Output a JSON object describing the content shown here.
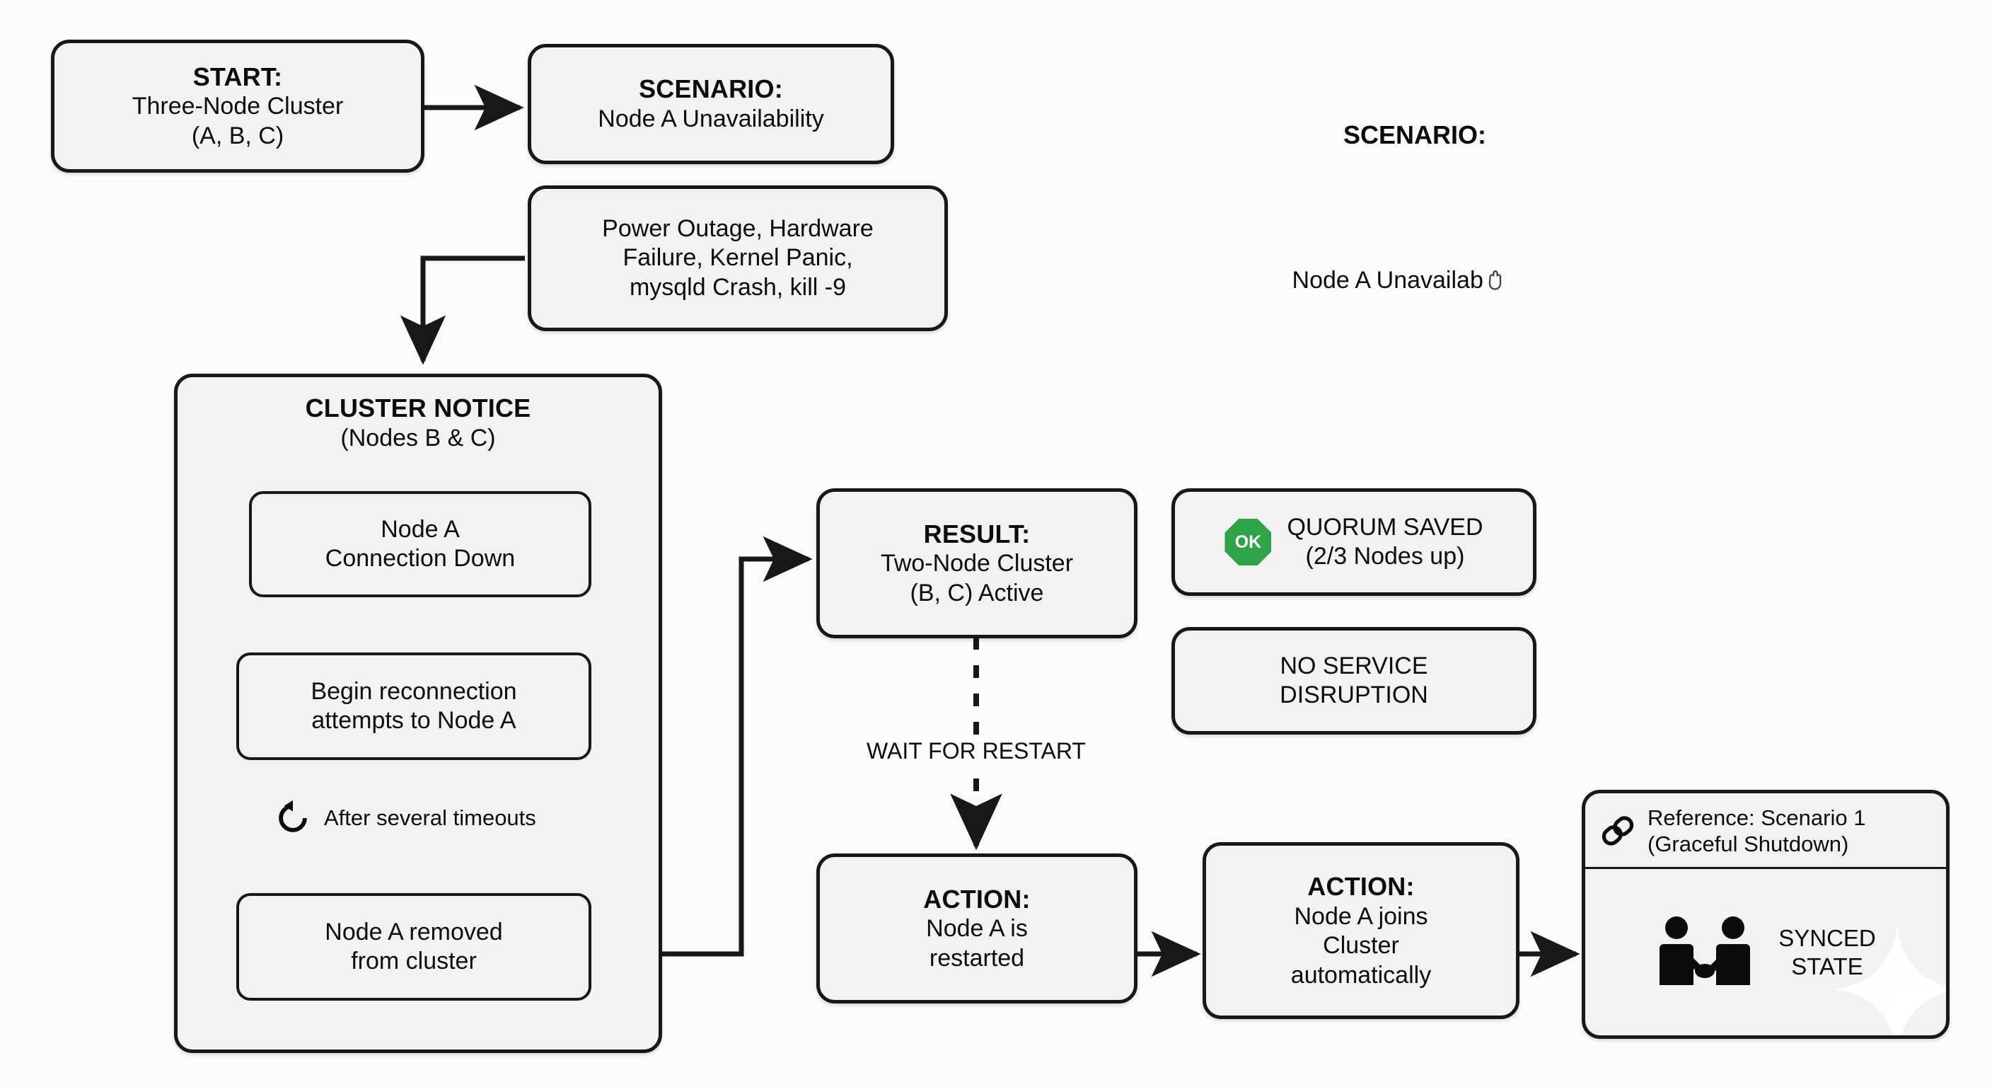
{
  "meta": {
    "title": "Node A Unavailability — Cluster Failure & Recovery Flow",
    "background_color": "#fbfbf9",
    "box_fill": "#f2f2f0",
    "stroke_color": "#16181a",
    "accent_green": "#2fa447"
  },
  "nodes": {
    "start": {
      "title": "START:",
      "line2": "Three-Node Cluster",
      "line3": "(A, B, C)"
    },
    "scenario": {
      "title": "SCENARIO:",
      "line2": "Node A Unavailability"
    },
    "scenario_overlay": {
      "title": "SCENARIO:",
      "line2": "Node A Unavailab",
      "cursor_glyph": "grab-cursor"
    },
    "causes": {
      "line1": "Power Outage, Hardware",
      "line2": "Failure, Kernel Panic,",
      "line3": "mysqld Crash, kill -9"
    },
    "cluster_notice": {
      "title": "CLUSTER NOTICE",
      "subtitle": "(Nodes B & C)",
      "steps": [
        {
          "line1": "Node A",
          "line2": "Connection Down"
        },
        {
          "line1": "Begin reconnection",
          "line2": "attempts to Node A"
        },
        {
          "line1": "Node A removed",
          "line2": "from cluster"
        }
      ],
      "timeout_label": "After several timeouts",
      "timeout_icon": "loop-refresh-icon"
    },
    "result": {
      "title": "RESULT:",
      "line2": "Two-Node Cluster",
      "line3": "(B, C) Active"
    },
    "quorum": {
      "badge_text": "OK",
      "badge_icon": "ok-octagon-icon",
      "line1": "QUORUM SAVED",
      "line2": "(2/3 Nodes up)"
    },
    "no_disruption": {
      "line1": "NO SERVICE",
      "line2": "DISRUPTION"
    },
    "action_restart": {
      "title": "ACTION:",
      "line2": "Node A is",
      "line3": "restarted"
    },
    "action_rejoin": {
      "title": "ACTION:",
      "line2": "Node A joins",
      "line3": "Cluster",
      "line4": "automatically"
    },
    "reference": {
      "link_icon": "chain-link-icon",
      "ref_line1": "Reference: Scenario 1",
      "ref_line2": "(Graceful Shutdown)",
      "handshake_icon": "handshake-icon",
      "state_line1": "SYNCED",
      "state_line2": "STATE",
      "watermark_icon": "sparkle-icon"
    }
  },
  "edges": {
    "wait_for_restart": "WAIT FOR RESTART"
  }
}
